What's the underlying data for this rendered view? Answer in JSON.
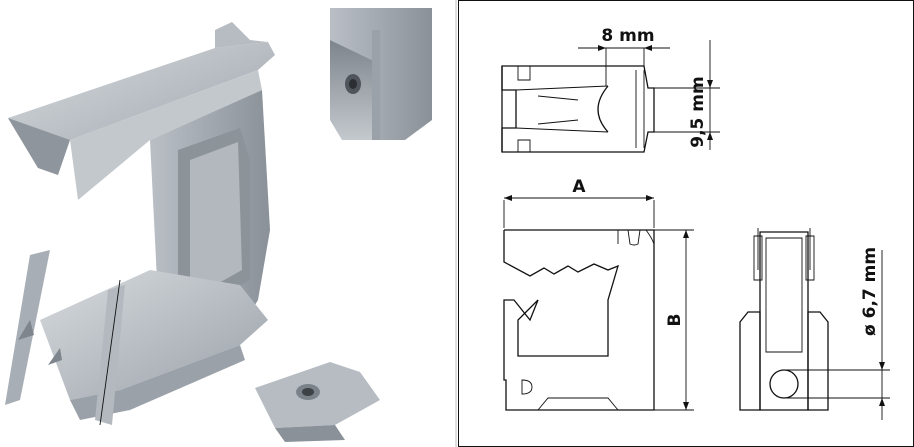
{
  "drawing": {
    "labels": {
      "width_8": "8 mm",
      "height_9_5": "9,5 mm",
      "dim_a": "A",
      "dim_b": "B",
      "diameter": "6,7 mm",
      "diameter_symbol": "ø"
    }
  },
  "colors": {
    "metal_light": "#c9ced3",
    "metal_mid": "#a7aeb5",
    "metal_dark": "#7e858c",
    "line": "#111111"
  }
}
